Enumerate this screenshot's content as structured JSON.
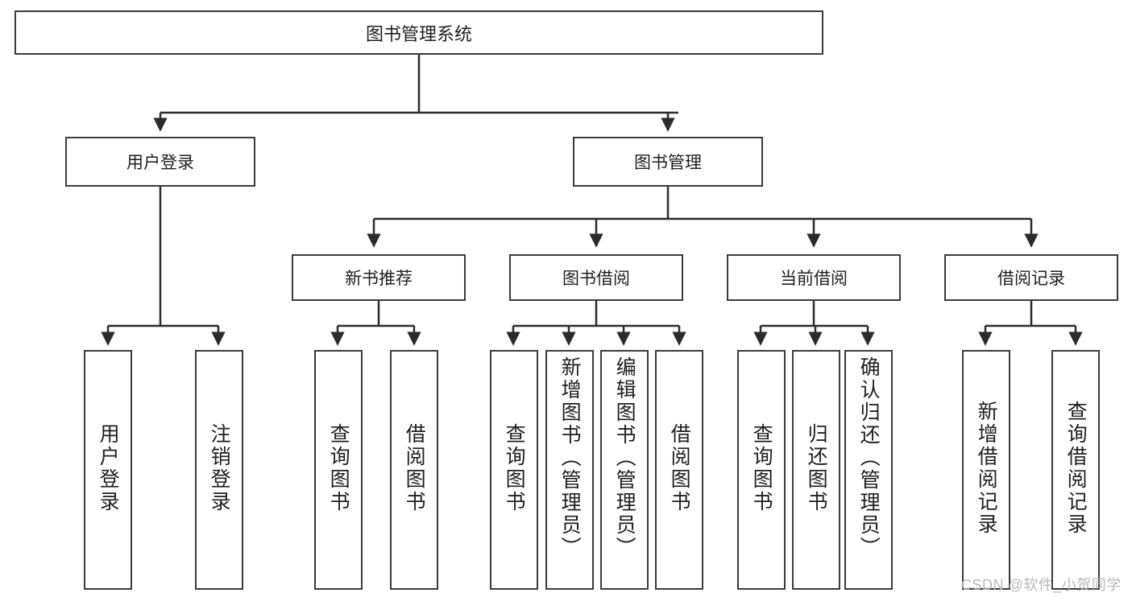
{
  "diagram": {
    "title": "图书管理系统",
    "type": "tree-hierarchy-diagram",
    "colors": {
      "box_border": "#3b3b3b",
      "box_fill": "#ffffff",
      "connector": "#2b2b2b",
      "text": "#1f1f1f",
      "watermark": "#b9b9b9"
    },
    "nodes": {
      "root": {
        "label": "图书管理系统"
      },
      "level2": [
        {
          "label": "用户登录"
        },
        {
          "label": "图书管理"
        }
      ],
      "level3": [
        {
          "label": "新书推荐"
        },
        {
          "label": "图书借阅"
        },
        {
          "label": "当前借阅"
        },
        {
          "label": "借阅记录"
        }
      ],
      "leaves": {
        "user_login": [
          {
            "label": "用户登录"
          },
          {
            "label": "注销登录"
          }
        ],
        "new_book_recommend": [
          {
            "label": "查询图书"
          },
          {
            "label": "借阅图书"
          }
        ],
        "book_borrow": [
          {
            "label": "查询图书"
          },
          {
            "label": "新增图书（管理员）"
          },
          {
            "label": "编辑图书（管理员）"
          },
          {
            "label": "借阅图书"
          }
        ],
        "current_borrow": [
          {
            "label": "查询图书"
          },
          {
            "label": "归还图书"
          },
          {
            "label": "确认归还（管理员）"
          }
        ],
        "borrow_record": [
          {
            "label": "新增借阅记录"
          },
          {
            "label": "查询借阅记录"
          }
        ]
      }
    },
    "watermark": "CSDN @软件_小贺同学"
  }
}
